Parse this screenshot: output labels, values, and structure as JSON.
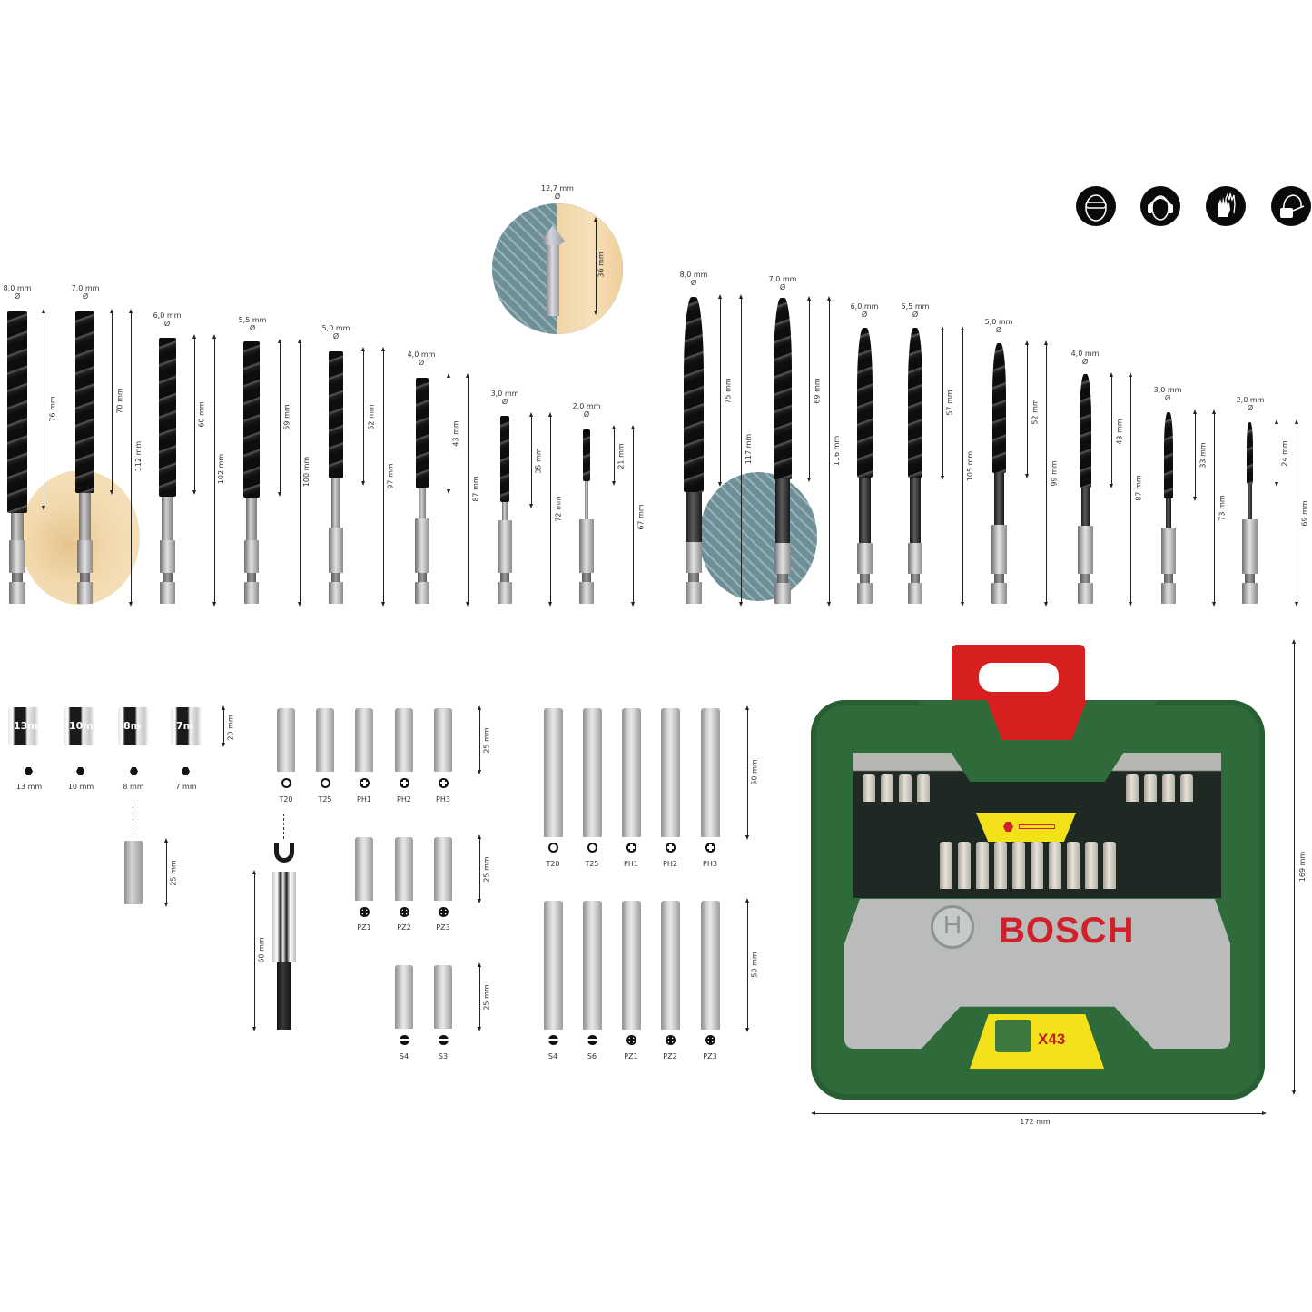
{
  "product": {
    "brand": "BOSCH",
    "set_label": "X43",
    "case_dimensions": {
      "width": "172 mm",
      "height": "169 mm"
    },
    "colors": {
      "case_green": "#2f6b3a",
      "handle_red": "#d71f1f",
      "brand_red": "#d0202a",
      "label_yellow": "#f3e21a",
      "grey_panel": "#b9bcbb"
    }
  },
  "safety_icons": [
    {
      "name": "eye-protection-icon"
    },
    {
      "name": "ear-protection-icon"
    },
    {
      "name": "hand-protection-icon"
    },
    {
      "name": "respiratory-protection-icon"
    }
  ],
  "countersink": {
    "diameter": "12,7 mm",
    "dia_symbol": "Ø",
    "length": "36 mm"
  },
  "wood_drills": [
    {
      "diameter": "8,0 mm",
      "flute": "76 mm",
      "total": "112 mm"
    },
    {
      "diameter": "7,0 mm",
      "flute": "70 mm",
      "total": "112 mm"
    },
    {
      "diameter": "6,0 mm",
      "flute": "60 mm",
      "total": "102 mm"
    },
    {
      "diameter": "5,5 mm",
      "flute": "59 mm",
      "total": "100 mm"
    },
    {
      "diameter": "5,0 mm",
      "flute": "52 mm",
      "total": "97 mm"
    },
    {
      "diameter": "4,0 mm",
      "flute": "43 mm",
      "total": "87 mm"
    },
    {
      "diameter": "3,0 mm",
      "flute": "35 mm",
      "total": "72 mm"
    },
    {
      "diameter": "2,0 mm",
      "flute": "21 mm",
      "total": "67 mm"
    }
  ],
  "metal_drills": [
    {
      "diameter": "8,0 mm",
      "flute": "75 mm",
      "total": "117 mm"
    },
    {
      "diameter": "7,0 mm",
      "flute": "69 mm",
      "total": "116 mm"
    },
    {
      "diameter": "6,0 mm",
      "flute": "57 mm",
      "total": "105 mm"
    },
    {
      "diameter": "5,5 mm",
      "flute": "57 mm",
      "total": "105 mm"
    },
    {
      "diameter": "5,0 mm",
      "flute": "52 mm",
      "total": "99 mm"
    },
    {
      "diameter": "4,0 mm",
      "flute": "43 mm",
      "total": "87 mm"
    },
    {
      "diameter": "3,0 mm",
      "flute": "33 mm",
      "total": "73 mm"
    },
    {
      "diameter": "2,0 mm",
      "flute": "24 mm",
      "total": "69 mm"
    }
  ],
  "dia_symbol": "Ø",
  "sockets": {
    "height": "20 mm",
    "items": [
      {
        "size": "13 mm",
        "marking": "13m"
      },
      {
        "size": "10 mm",
        "marking": "10m"
      },
      {
        "size": "8 mm",
        "marking": "8m"
      },
      {
        "size": "7 mm",
        "marking": "7m"
      }
    ],
    "adapter_length": "25 mm"
  },
  "bit_holder": {
    "length": "60 mm",
    "type": "magnetic"
  },
  "short_bits": {
    "row1": {
      "length": "25 mm",
      "items": [
        {
          "label": "T20",
          "type": "torx"
        },
        {
          "label": "T25",
          "type": "torx"
        },
        {
          "label": "PH1",
          "type": "ph"
        },
        {
          "label": "PH2",
          "type": "ph"
        },
        {
          "label": "PH3",
          "type": "ph"
        }
      ]
    },
    "row2": {
      "length": "25 mm",
      "items": [
        {
          "label": "PZ1",
          "type": "pz"
        },
        {
          "label": "PZ2",
          "type": "pz"
        },
        {
          "label": "PZ3",
          "type": "pz"
        }
      ]
    },
    "row3": {
      "length": "25 mm",
      "items": [
        {
          "label": "S4",
          "type": "slot"
        },
        {
          "label": "S3",
          "type": "slot"
        }
      ]
    }
  },
  "long_bits": {
    "row1": {
      "length": "50 mm",
      "items": [
        {
          "label": "T20",
          "type": "torx"
        },
        {
          "label": "T25",
          "type": "torx"
        },
        {
          "label": "PH1",
          "type": "ph"
        },
        {
          "label": "PH2",
          "type": "ph"
        },
        {
          "label": "PH3",
          "type": "ph"
        }
      ]
    },
    "row2": {
      "length": "50 mm",
      "items": [
        {
          "label": "S4",
          "type": "slot"
        },
        {
          "label": "S6",
          "type": "slot"
        },
        {
          "label": "PZ1",
          "type": "pz"
        },
        {
          "label": "PZ2",
          "type": "pz"
        },
        {
          "label": "PZ3",
          "type": "pz"
        }
      ]
    }
  }
}
